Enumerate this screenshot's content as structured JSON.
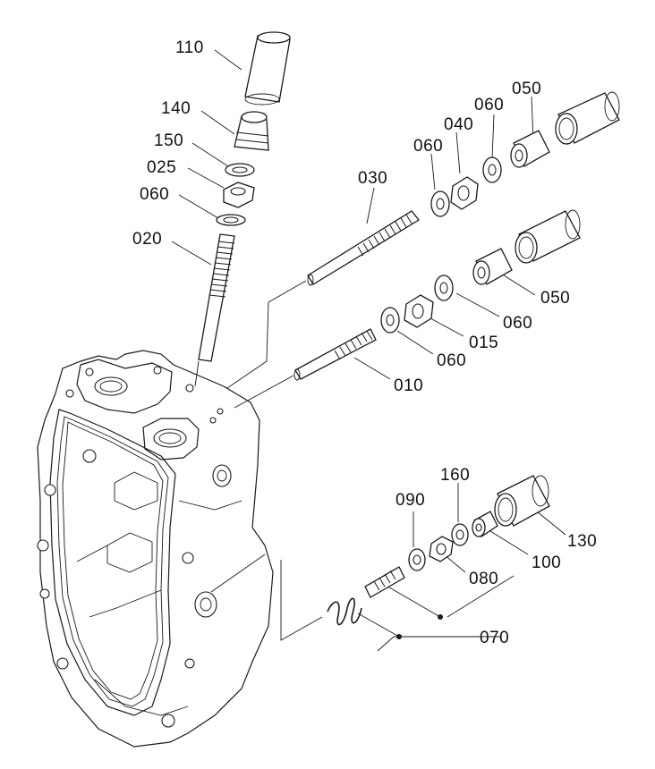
{
  "labels": {
    "p110": "110",
    "p140": "140",
    "p150": "150",
    "p025": "025",
    "p060a": "060",
    "p020": "020",
    "p030": "030",
    "p060b": "060",
    "p040": "040",
    "p060c": "060",
    "p050a": "050",
    "p050b": "050",
    "p060d": "060",
    "p015": "015",
    "p060e": "060",
    "p010": "010",
    "p090": "090",
    "p160": "160",
    "p130": "130",
    "p080": "080",
    "p100": "100",
    "p070": "070"
  },
  "colors": {
    "line": "#1a1a1a",
    "background": "#ffffff"
  }
}
